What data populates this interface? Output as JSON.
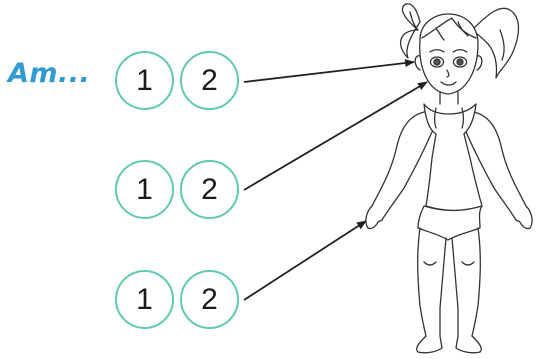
{
  "prompt": "Am...",
  "rows": [
    {
      "option_1": "1",
      "option_2": "2"
    },
    {
      "option_1": "1",
      "option_2": "2"
    },
    {
      "option_1": "1",
      "option_2": "2"
    }
  ],
  "colors": {
    "prompt": "#2f9ad3",
    "circle_border": "#5fc9b1",
    "digits": "#1a1a1a",
    "lines": "#222222"
  },
  "illustration": "girl-figure"
}
